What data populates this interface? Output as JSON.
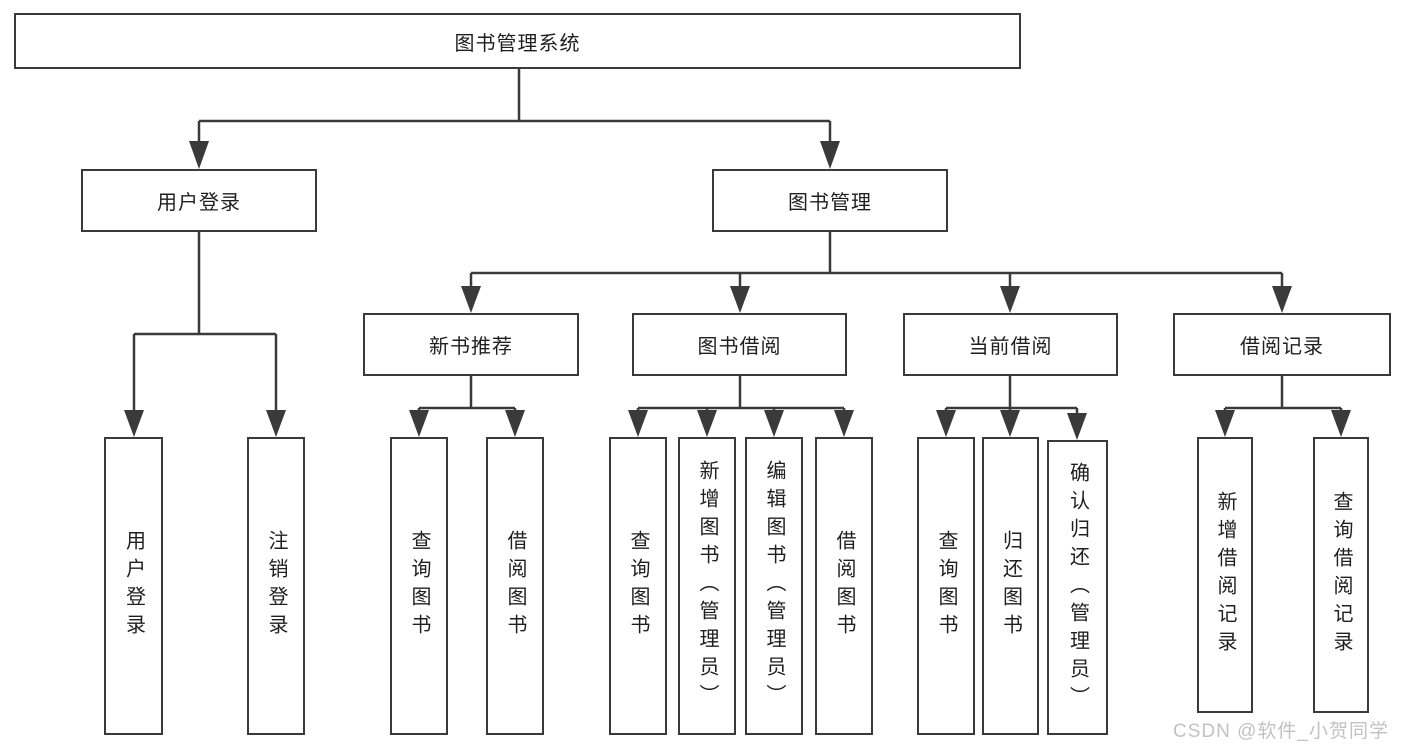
{
  "tree": {
    "root": {
      "label": "图书管理系统"
    },
    "branches": [
      {
        "label": "用户登录",
        "children": [
          {
            "label": "用户登录"
          },
          {
            "label": "注销登录"
          }
        ]
      },
      {
        "label": "图书管理",
        "children": [
          {
            "label": "新书推荐",
            "children": [
              {
                "label": "查询图书"
              },
              {
                "label": "借阅图书"
              }
            ]
          },
          {
            "label": "图书借阅",
            "children": [
              {
                "label": "查询图书"
              },
              {
                "label": "新增图书（管理员）"
              },
              {
                "label": "编辑图书（管理员）"
              },
              {
                "label": "借阅图书"
              }
            ]
          },
          {
            "label": "当前借阅",
            "children": [
              {
                "label": "查询图书"
              },
              {
                "label": "归还图书"
              },
              {
                "label": "确认归还（管理员）"
              }
            ]
          },
          {
            "label": "借阅记录",
            "children": [
              {
                "label": "新增借阅记录"
              },
              {
                "label": "查询借阅记录"
              }
            ]
          }
        ]
      }
    ]
  },
  "watermark": "CSDN @软件_小贺同学",
  "colors": {
    "line": "#3a3a3a",
    "text": "#1f1f1f",
    "watermark": "#c2c2c2",
    "background": "#ffffff"
  }
}
